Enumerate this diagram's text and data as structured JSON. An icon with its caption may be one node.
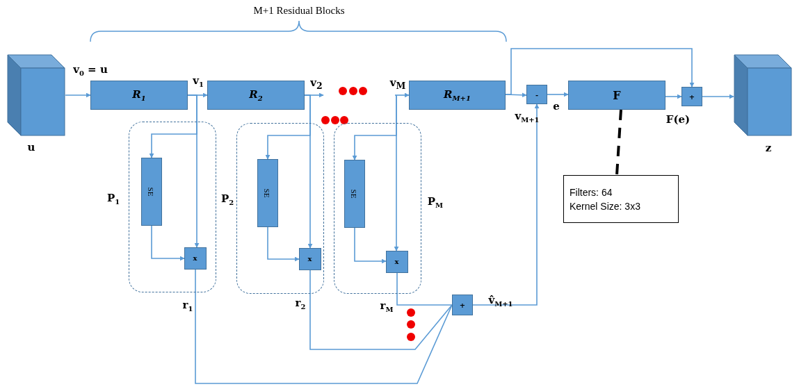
{
  "diagram": {
    "nodes": [
      {
        "text": [],
        "shape": "cube",
        "beside": [
          "u"
        ]
      },
      {
        "text": [
          "R$_{1}$"
        ]
      },
      {
        "text": [
          "R$_{2}$"
        ]
      },
      {
        "text": [
          "R$_{M+1}$"
        ]
      },
      {
        "text": [
          "-"
        ]
      },
      {
        "text": [
          "F"
        ]
      },
      {
        "text": [
          "+"
        ]
      },
      {
        "text": [],
        "shape": "cube",
        "beside": [
          "z"
        ]
      },
      {
        "text": [],
        "shape": "frame",
        "beside": [
          "P$_{1}$"
        ]
      },
      {
        "text": [
          "SE"
        ],
        "in": 8
      },
      {
        "text": [
          "x"
        ],
        "in": 8
      },
      {
        "text": [],
        "shape": "frame",
        "beside": [
          "P$_{2}$"
        ]
      },
      {
        "text": [
          "SE"
        ],
        "in": 11
      },
      {
        "text": [
          "x"
        ],
        "in": 11
      },
      {
        "text": [],
        "shape": "frame",
        "beside": [
          "P$_{M}$"
        ]
      },
      {
        "text": [
          "SE"
        ],
        "in": 14
      },
      {
        "text": [
          "x"
        ],
        "in": 14
      },
      {
        "text": [
          "+"
        ]
      },
      {
        "text": [
          "Filters: 64",
          "Kernel Size: 3x3"
        ]
      },
      {
        "text": [
          "v$_{2}$"
        ]
      },
      {
        "text": [
          "v$_{M}$"
        ]
      }
    ],
    "edges": [
      {
        "from": 0,
        "to": 1,
        "arrow": "to"
      },
      {
        "from": 1,
        "to": 2,
        "arrow": "to"
      },
      {
        "from": 2,
        "to": 19,
        "arrow": "to"
      },
      {
        "from": 20,
        "to": 3,
        "arrow": "to"
      },
      {
        "from": 3,
        "to": 4,
        "arrow": "to"
      },
      {
        "from": 4,
        "to": 5,
        "arrow": "to"
      },
      {
        "from": 5,
        "to": 6,
        "arrow": "to"
      },
      {
        "from": 6,
        "to": 7,
        "arrow": "to"
      },
      {
        "from": 3,
        "to": 6,
        "arrow": "to"
      },
      {
        "from": 1,
        "to": 10,
        "arrow": "to"
      },
      {
        "from": 1,
        "to": 9,
        "arrow": "to"
      },
      {
        "from": 9,
        "to": 10,
        "arrow": "to"
      },
      {
        "from": 2,
        "to": 13,
        "arrow": "to"
      },
      {
        "from": 2,
        "to": 12,
        "arrow": "to"
      },
      {
        "from": 12,
        "to": 13,
        "arrow": "to"
      },
      {
        "from": 20,
        "to": 16,
        "arrow": "to"
      },
      {
        "from": 20,
        "to": 15,
        "arrow": "to"
      },
      {
        "from": 15,
        "to": 16,
        "arrow": "to"
      },
      {
        "from": 10,
        "to": 17,
        "arrow": "none"
      },
      {
        "from": 13,
        "to": 17,
        "arrow": "none"
      },
      {
        "from": 16,
        "to": 17,
        "arrow": "none"
      },
      {
        "from": 17,
        "to": 4,
        "arrow": "to"
      },
      {
        "from": 5,
        "to": 18,
        "arrow": "none",
        "style": "dashed",
        "color": "#000000"
      }
    ],
    "labels": [
      "M+1 Residual Blocks",
      "v$_{0}$ = u",
      "v$_{1}$",
      "v$_{M+1}$",
      "e",
      "F(e)",
      "r$_{1}$",
      "r$_{2}$",
      "r$_{M}$",
      "v̂$_{M+1}$"
    ]
  }
}
